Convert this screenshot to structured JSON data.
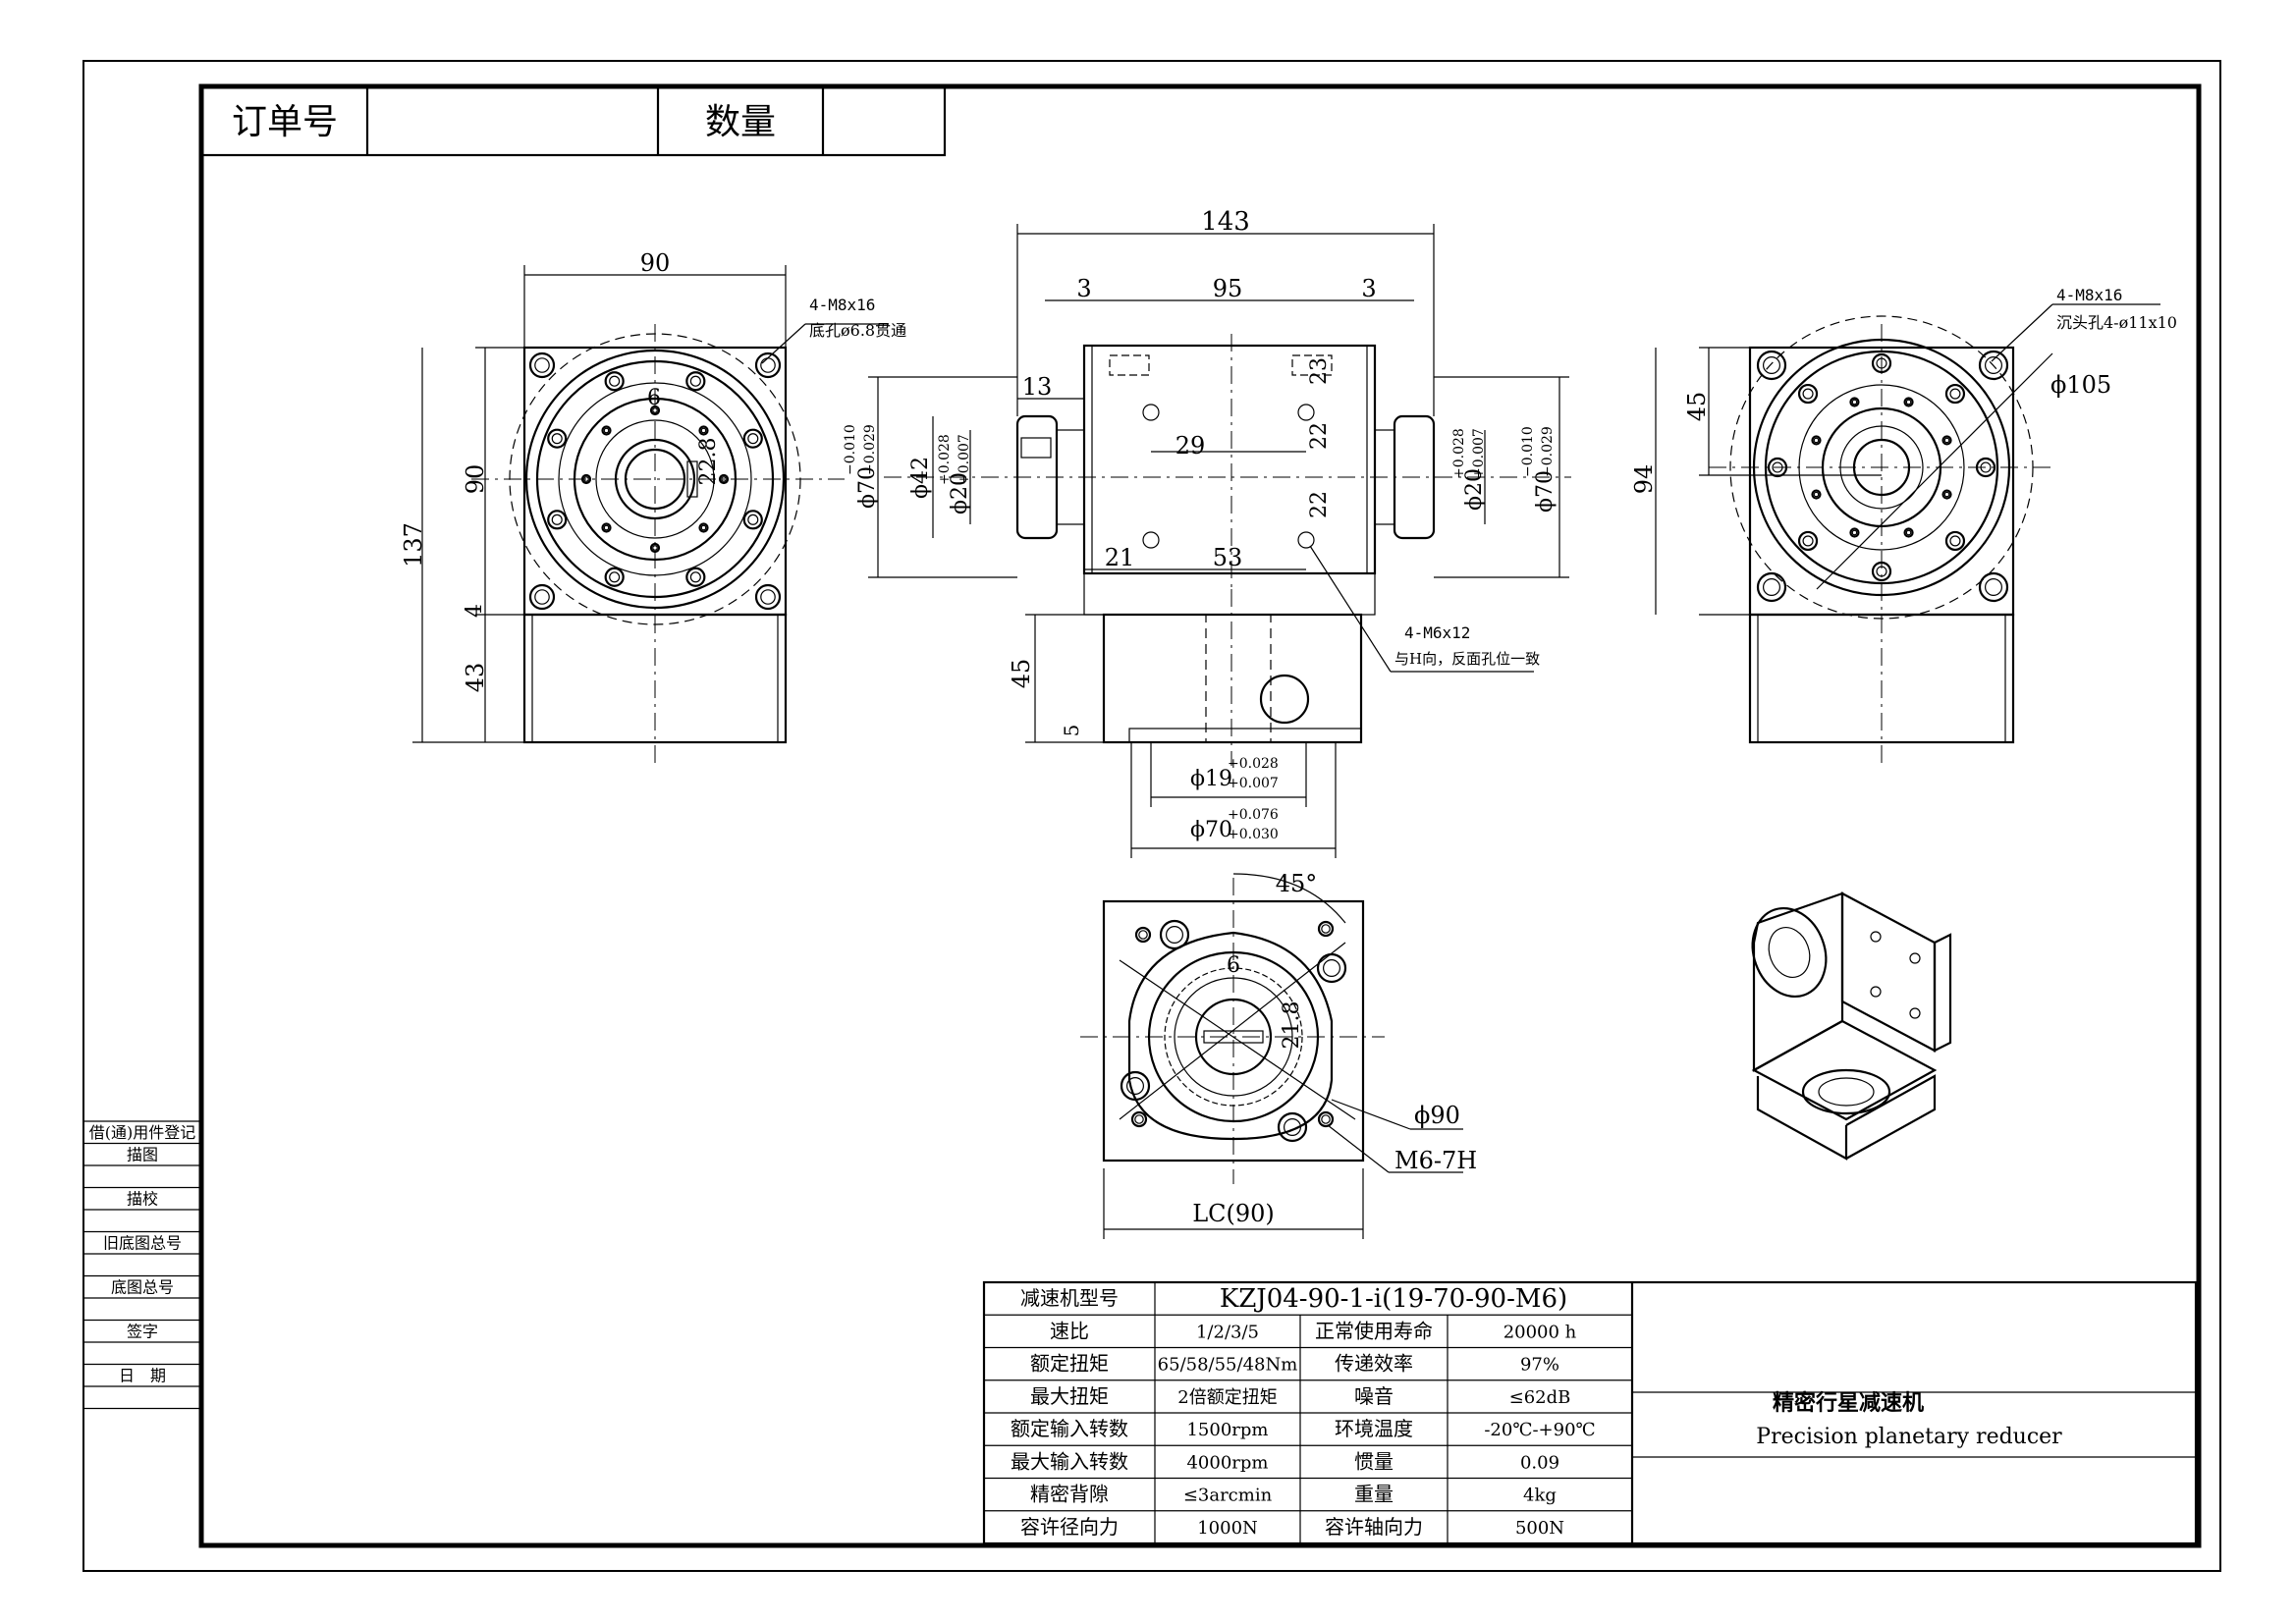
{
  "order_box": {
    "order_no_label": "订单号",
    "order_no_value": "",
    "quantity_label": "数量",
    "quantity_value": ""
  },
  "side_block": [
    "借(通)用件登记",
    "描图",
    "",
    "描校",
    "",
    "旧底图总号",
    "",
    "底图总号",
    "",
    "签字",
    "",
    "日　期",
    ""
  ],
  "views": {
    "left": {
      "d_top": "90",
      "d_h90": "90",
      "d_h137": "137",
      "d_h4": "4",
      "d_h43": "43",
      "d_6": "6",
      "d_228": "22.8",
      "note1": "4-M8x16",
      "note2": "底孔ø6.8贯通"
    },
    "front": {
      "d_143": "143",
      "d_3a": "3",
      "d_95": "95",
      "d_3b": "3",
      "d_13": "13",
      "d_23": "23",
      "d_29": "29",
      "d_22a": "22",
      "d_22b": "22",
      "d_21": "21",
      "d_53": "53",
      "d_45": "45",
      "d_5": "5",
      "dia70_left": "ϕ70",
      "tol70_left_up": "−0.010",
      "tol70_left_dn": "−0.029",
      "dia42": "ϕ42",
      "dia20_left": "ϕ20",
      "tol20_left_up": "+0.028",
      "tol20_left_dn": "+0.007",
      "dia20_right": "ϕ20",
      "tol20_right_up": "+0.028",
      "tol20_right_dn": "+0.007",
      "dia70_right": "ϕ70",
      "tol70_right_up": "−0.010",
      "tol70_right_dn": "−0.029",
      "dia19": "ϕ19",
      "tol19_up": "+0.028",
      "tol19_dn": "+0.007",
      "dia70_bot": "ϕ70",
      "tol70_bot_up": "+0.076",
      "tol70_bot_dn": "+0.030",
      "note1": "4-M6x12",
      "note2": "与H向，反面孔位一致"
    },
    "right": {
      "d_45": "45",
      "d_94": "94",
      "d_105": "ϕ105",
      "note1": "4-M8x16",
      "note2": "沉头孔4-ø11x10"
    },
    "bottom": {
      "d_45deg": "45°",
      "d_6": "6",
      "d_218": "21.8",
      "d_90": "ϕ90",
      "m6": "M6-7H",
      "lc": "LC(90)"
    }
  },
  "spec_table": {
    "rows": [
      [
        "减速机型号",
        "KZJ04-90-1-i(19-70-90-M6)",
        "",
        ""
      ],
      [
        "速比",
        "1/2/3/5",
        "正常使用寿命",
        "20000 h"
      ],
      [
        "额定扭矩",
        "65/58/55/48Nm",
        "传递效率",
        "97%"
      ],
      [
        "最大扭矩",
        "2倍额定扭矩",
        "噪音",
        "≤62dB"
      ],
      [
        "额定输入转数",
        "1500rpm",
        "环境温度",
        "-20℃-+90℃"
      ],
      [
        "最大输入转数",
        "4000rpm",
        "惯量",
        "0.09"
      ],
      [
        "精密背隙",
        "≤3arcmin",
        "重量",
        "4kg"
      ],
      [
        "容许径向力",
        "1000N",
        "容许轴向力",
        "500N"
      ]
    ],
    "title_cn": "精密行星减速机",
    "title_en": "Precision planetary reducer"
  }
}
